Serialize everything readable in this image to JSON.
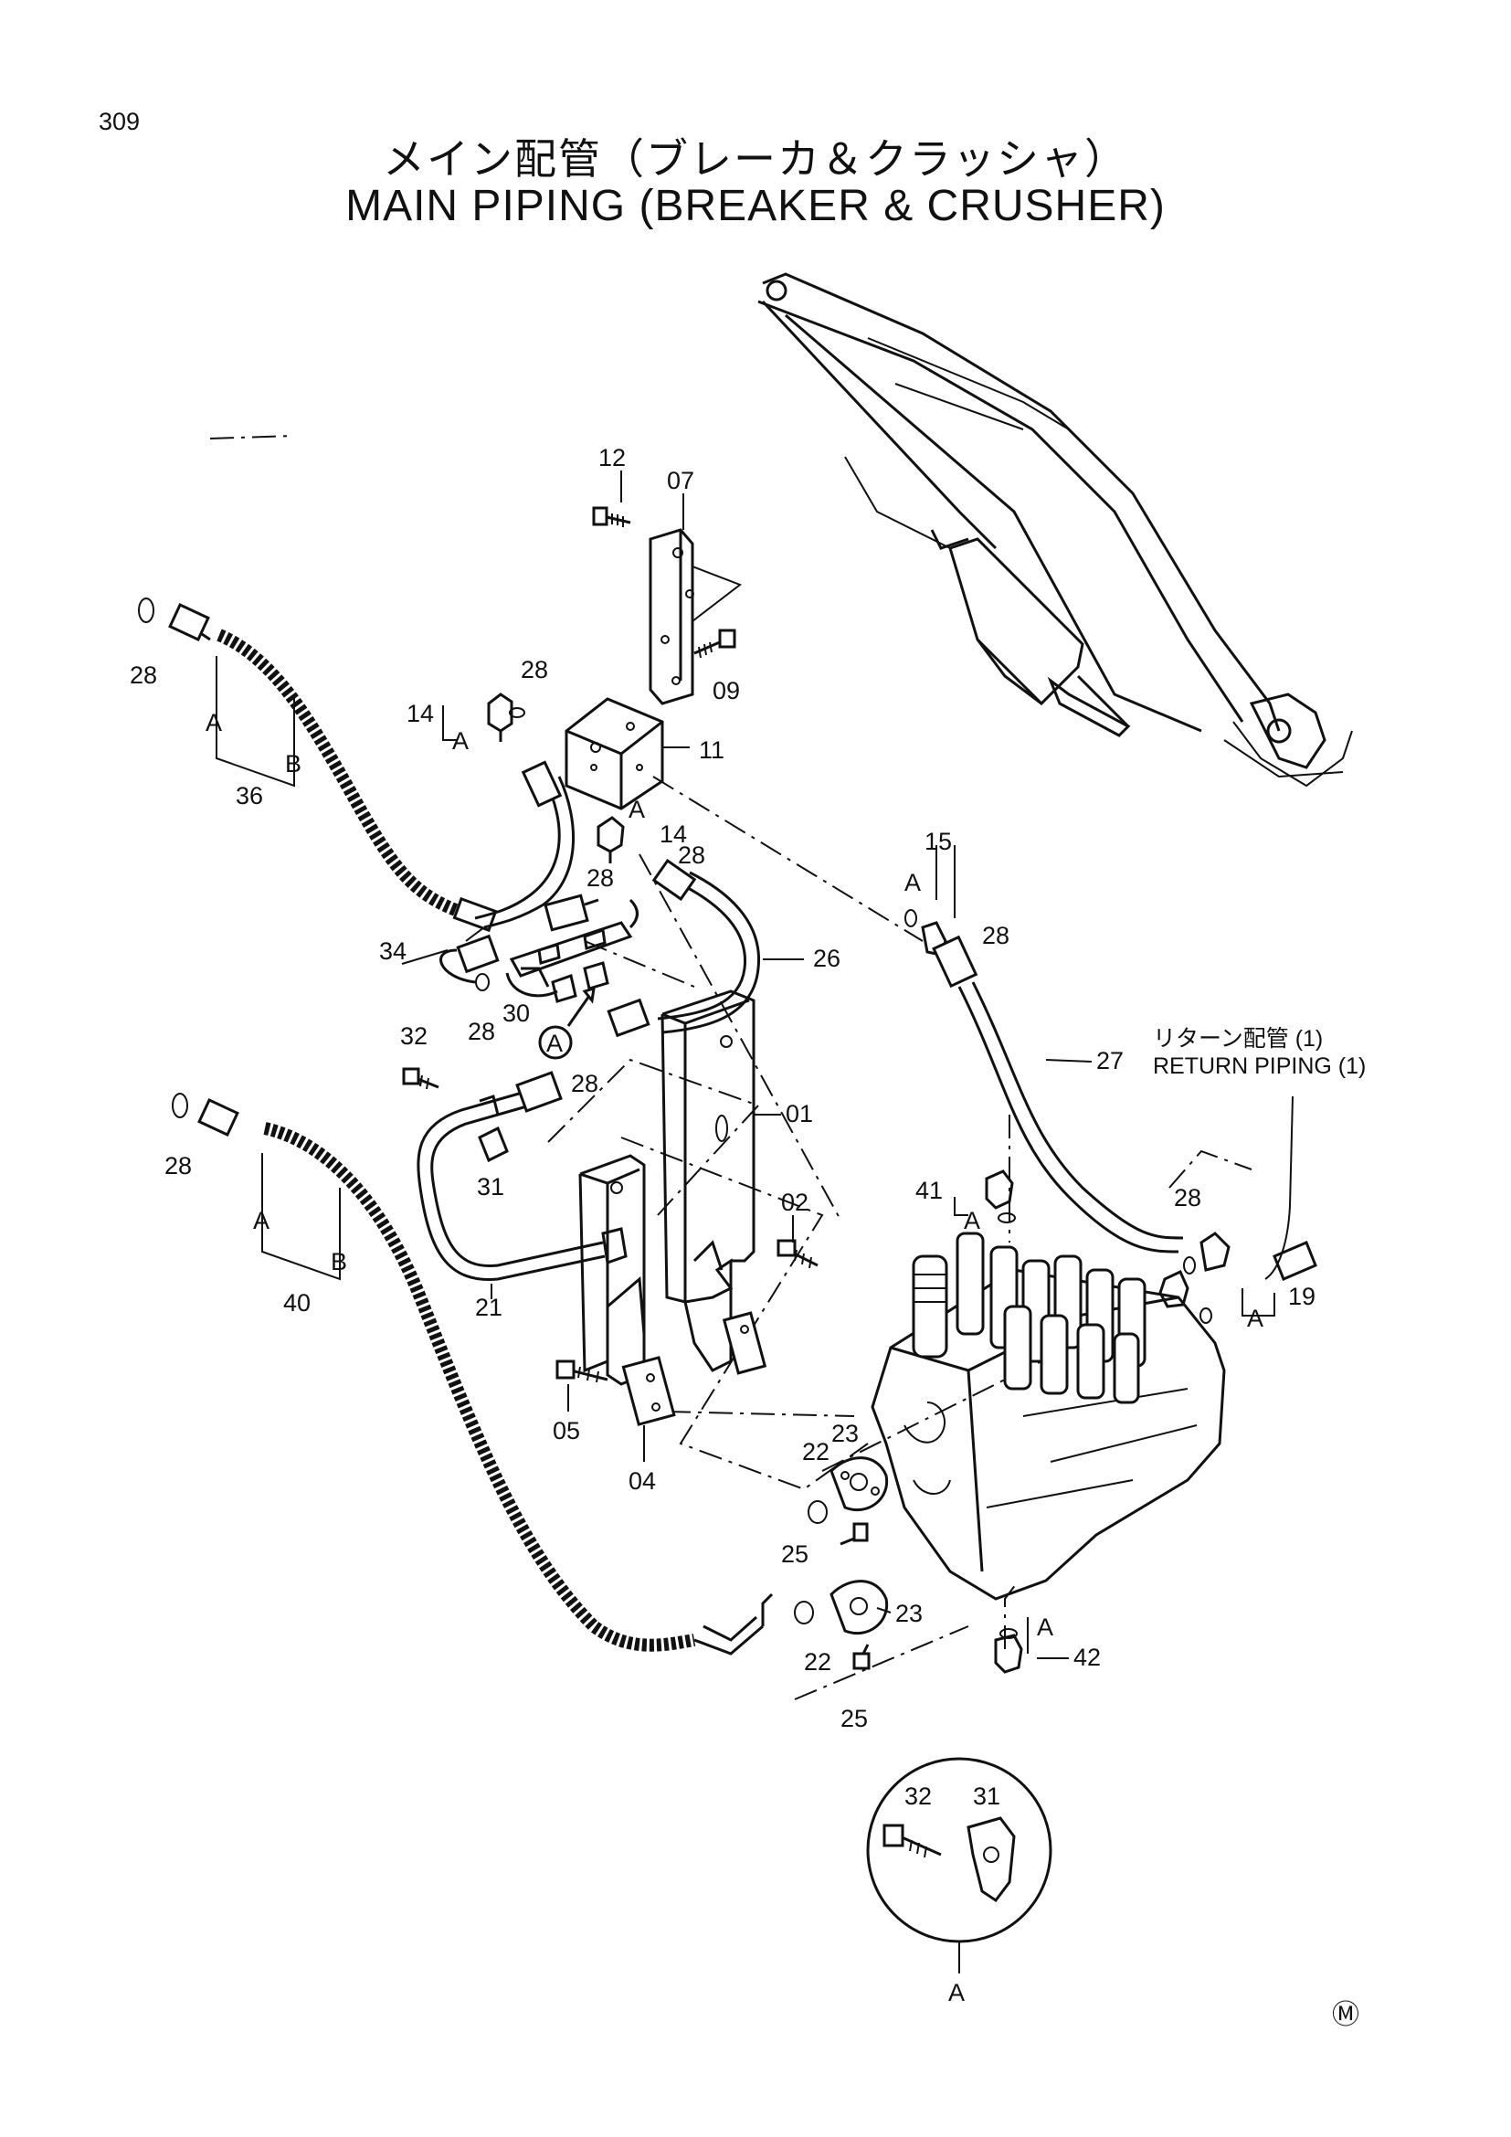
{
  "page": {
    "number": "309"
  },
  "title": {
    "japanese": "メイン配管（ブレーカ＆クラッシャ）",
    "english": "MAIN  PIPING  (BREAKER & CRUSHER)"
  },
  "return_note": {
    "japanese": "リターン配管 (1)",
    "english": "RETURN  PIPING  (1)"
  },
  "callouts": {
    "c12": "12",
    "c07": "07",
    "c09": "09",
    "c11": "11",
    "c28_left_top": "28",
    "c36": "36",
    "c28_14": "28",
    "c14_top": "14",
    "c14_mid": "14",
    "c28_mid": "28",
    "c28_hose": "28",
    "c26": "26",
    "c34": "34",
    "c28_34": "28",
    "c30": "30",
    "c15": "15",
    "c28_15": "28",
    "c27": "27",
    "c32": "32",
    "c28_lower": "28",
    "c01": "01",
    "c28_left_bottom": "28",
    "c31": "31",
    "c02": "02",
    "c40": "40",
    "c21": "21",
    "c41": "41",
    "c28_right": "28",
    "c19": "19",
    "c05": "05",
    "c04": "04",
    "c22_top": "22",
    "c23_top": "23",
    "c25_top": "25",
    "c23_bottom": "23",
    "c22_bottom": "22",
    "c25_bottom": "25",
    "c42": "42",
    "c32_detail": "32",
    "c31_detail": "31"
  },
  "letters": {
    "A": "A",
    "B": "B",
    "circled_A": "A"
  },
  "mark": "Ⓜ"
}
